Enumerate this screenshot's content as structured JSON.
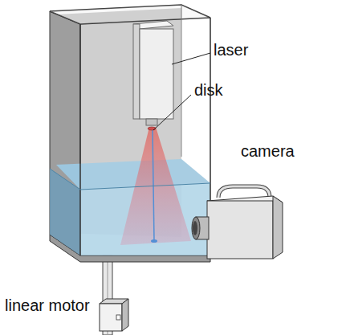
{
  "diagram": {
    "labels": [
      "laser",
      "disk",
      "camera",
      "linear motor"
    ]
  }
}
